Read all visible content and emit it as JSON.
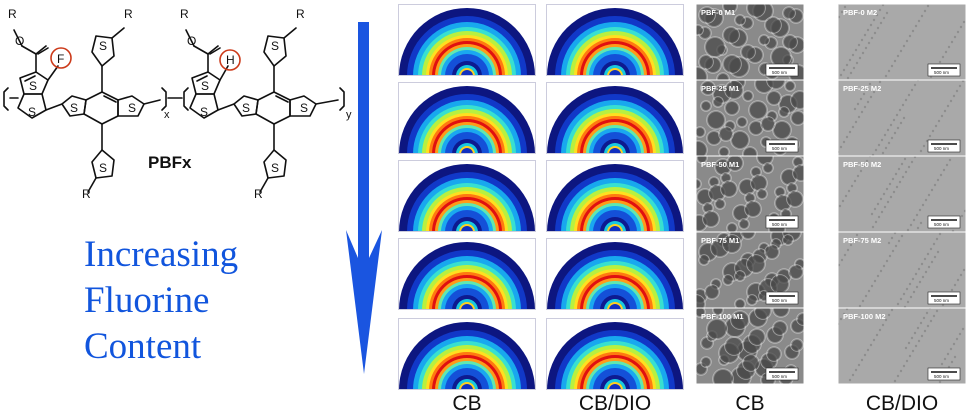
{
  "molecule": {
    "label": "PBFx",
    "atom_fluorine": "F",
    "atom_hydrogen": "H",
    "atom_sulfur": "S",
    "atom_oxygen": "O",
    "r_group": "R",
    "subscript_x": "x",
    "subscript_y": "y"
  },
  "trend": {
    "lines": [
      "Increasing",
      "Fluorine",
      "Content"
    ]
  },
  "columns": {
    "giwaxs_cb": "CB",
    "giwaxs_cbdio": "CB/DIO",
    "tem_cb": "CB",
    "tem_cbdio": "CB/DIO"
  },
  "tem_cb_labels": [
    "PBF-0 M1",
    "PBF-25 M1",
    "PBF-50 M1",
    "PBF-75 M1",
    "PBF-100 M1"
  ],
  "tem_cbdio_labels": [
    "PBF-0 M2",
    "PBF-25 M2",
    "PBF-50 M2",
    "PBF-75 M2",
    "PBF-100 M2"
  ],
  "scale_bar": "500 nm",
  "colors": {
    "arrow": "#1a55e0",
    "trend_text": "#1155dd",
    "highlight_circle": "#cc3a1a",
    "giwaxs_background": "#0d1680"
  }
}
